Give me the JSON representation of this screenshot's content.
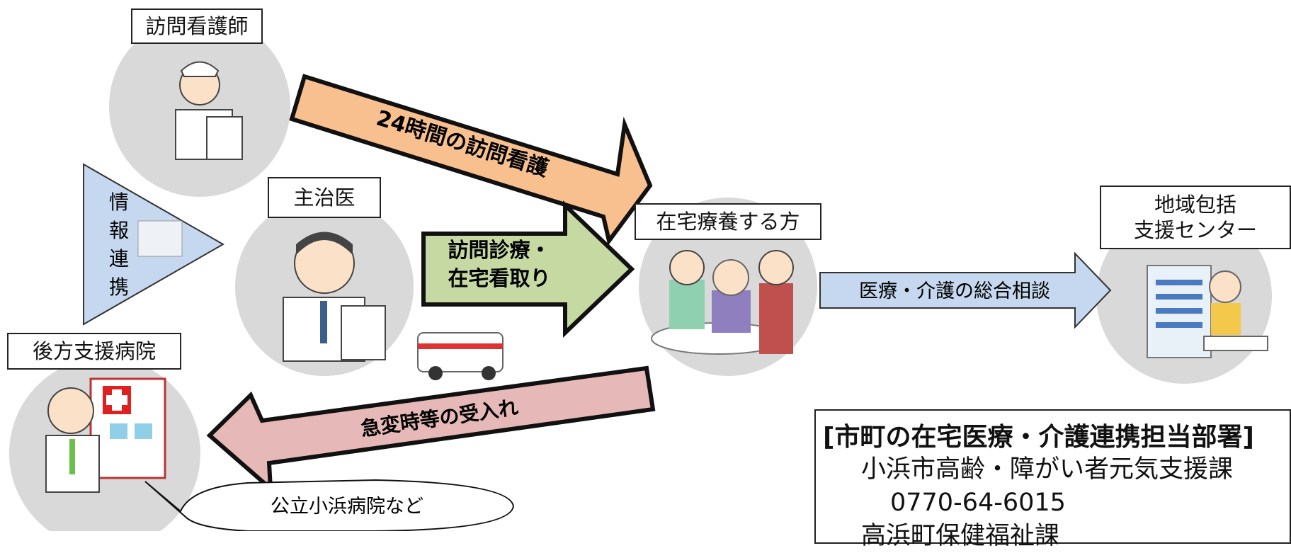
{
  "nodes": {
    "nurse": "訪問看護師",
    "doctor": "主治医",
    "patient": "在宅療養する方",
    "center": "地域包括\n支援センター",
    "hospital": "後方支援病院"
  },
  "arrows": {
    "nursing": "24時間の訪問看護",
    "visit_line1": "訪問診療・",
    "visit_line2": "在宅看取り",
    "emergency": "急変時等の受入れ",
    "consult": "医療・介護の総合相談"
  },
  "info_triangle": [
    "情",
    "報",
    "連",
    "携"
  ],
  "speech_bubble": "公立小浜病院など",
  "contact": {
    "title": "[市町の在宅医療・介護連携担当部署]",
    "dept1": "小浜市高齢・障がい者元気支援課",
    "phone1": "0770-64-6015",
    "dept2": "高浜町保健福祉課"
  },
  "colors": {
    "nursing_arrow": "#f8c08f",
    "visit_arrow": "#c6d9a2",
    "emergency_arrow": "#e6b9b8",
    "consult_arrow": "#c5d8ef",
    "circle": "#d9d9d9"
  }
}
